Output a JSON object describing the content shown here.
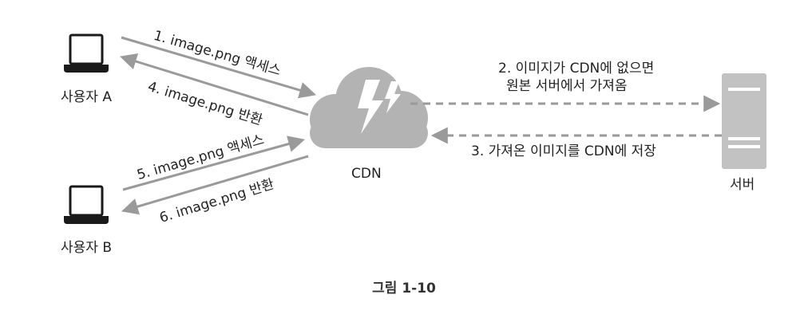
{
  "nodes": {
    "user_a": "사용자 A",
    "user_b": "사용자 B",
    "cdn": "CDN",
    "server": "서버"
  },
  "edges": {
    "e1": "1. image.png 액세스",
    "e2_line1": "2. 이미지가 CDN에 없으면",
    "e2_line2": "원본 서버에서 가져옴",
    "e3": "3. 가져온 이미지를 CDN에 저장",
    "e4": "4. image.png 반환",
    "e5": "5. image.png 액세스",
    "e6": "6. image.png 반환"
  },
  "caption": "그림 1-10",
  "colors": {
    "line": "#9a9a9a",
    "cloud": "#b3b3b3",
    "server": "#c2c2c2",
    "laptop": "#1a1a1a"
  }
}
